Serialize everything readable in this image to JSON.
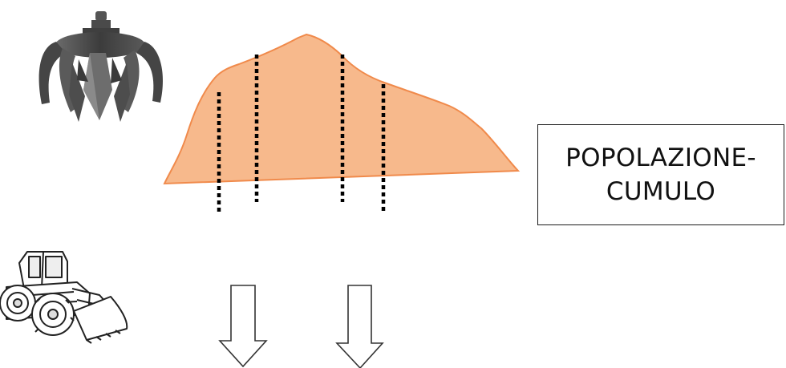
{
  "label_box": {
    "line1": "POPOLAZIONE-",
    "line2": "CUMULO"
  },
  "illustrations": {
    "grab": "orange-peel-grab-icon",
    "loader": "wheel-loader-icon"
  },
  "colors": {
    "pile_fill": "#f7b98c",
    "pile_stroke": "#f08a4b",
    "sample_lines": "#000000",
    "arrow_stroke": "#333333",
    "grab_body": "#4a4a4a",
    "outline": "#222222"
  },
  "sampling_lines_count": 4,
  "arrows_count": 2
}
